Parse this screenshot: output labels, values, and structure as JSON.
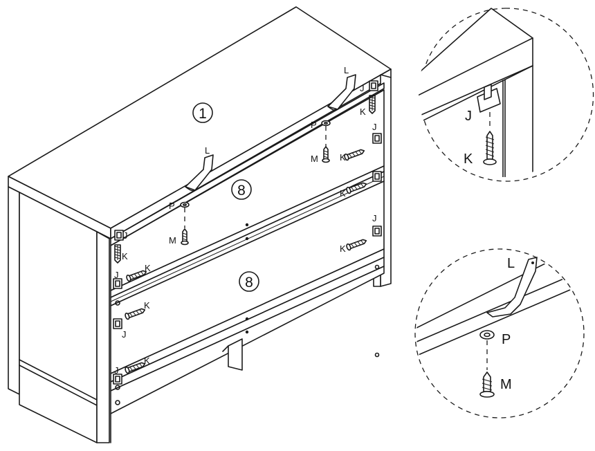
{
  "labels": {
    "part_1": "1",
    "drawer_top": "8",
    "drawer_bottom": "8",
    "L": "L",
    "P": "P",
    "M": "M",
    "J": "J",
    "K": "K"
  },
  "detail_top": {
    "J": "J",
    "K": "K"
  },
  "detail_bottom": {
    "L": "L",
    "P": "P",
    "M": "M"
  }
}
